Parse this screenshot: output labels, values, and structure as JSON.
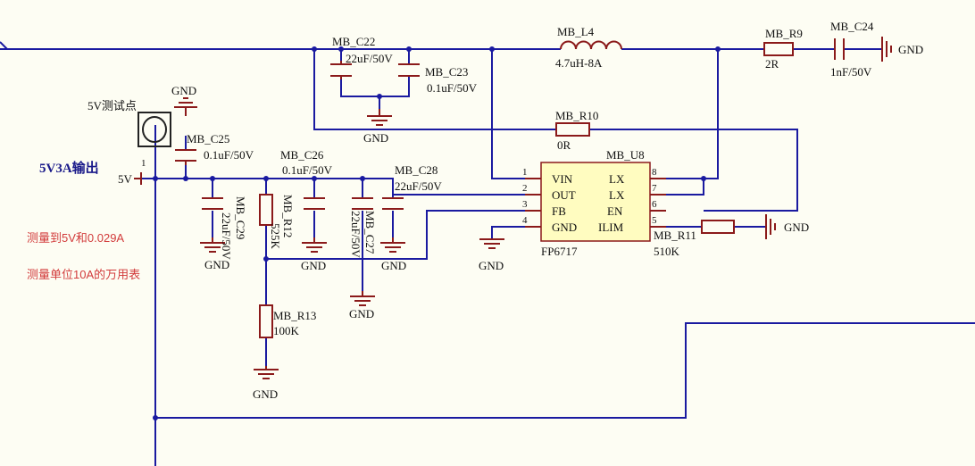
{
  "labels": {
    "C22": "MB_C22",
    "C22v": "22uF/50V",
    "C23": "MB_C23",
    "C23v": "0.1uF/50V",
    "L4": "MB_L4",
    "L4v": "4.7uH-8A",
    "R9": "MB_R9",
    "R9v": "2R",
    "C24": "MB_C24",
    "C24v": "1nF/50V",
    "R10": "MB_R10",
    "R10v": "0R",
    "U8": "MB_U8",
    "U8part": "FP6717",
    "C25": "MB_C25",
    "C25v": "0.1uF/50V",
    "C26": "MB_C26",
    "C26v": "0.1uF/50V",
    "C28": "MB_C28",
    "C28v": "22uF/50V",
    "C29": "MB_C29",
    "C29v": "22uF/50V",
    "R12": "MB_R12",
    "R12v": "525K",
    "C27": "MB_C27",
    "C27v": "22uF/50V",
    "R13": "MB_R13",
    "R13v": "100K",
    "R11": "MB_R11",
    "R11v": "510K",
    "test_point": "5V测试点",
    "output_title": "5V3A输出",
    "net_5v": "5V",
    "pin1": "1",
    "note1": "测量到5V和0.029A",
    "note2": "测量单位10A的万用表",
    "gnd": "GND"
  },
  "ic_pins": {
    "left": [
      {
        "num": "1",
        "name": "VIN"
      },
      {
        "num": "2",
        "name": "OUT"
      },
      {
        "num": "3",
        "name": "FB"
      },
      {
        "num": "4",
        "name": "GND"
      }
    ],
    "right": [
      {
        "num": "8",
        "name": "LX"
      },
      {
        "num": "7",
        "name": "LX"
      },
      {
        "num": "6",
        "name": "EN"
      },
      {
        "num": "5",
        "name": "ILIM"
      }
    ]
  },
  "colors": {
    "wire": "#1a1aa0",
    "component": "#8b1a1a",
    "ic_fill": "#fffcc0",
    "note": "#d23b3b"
  }
}
